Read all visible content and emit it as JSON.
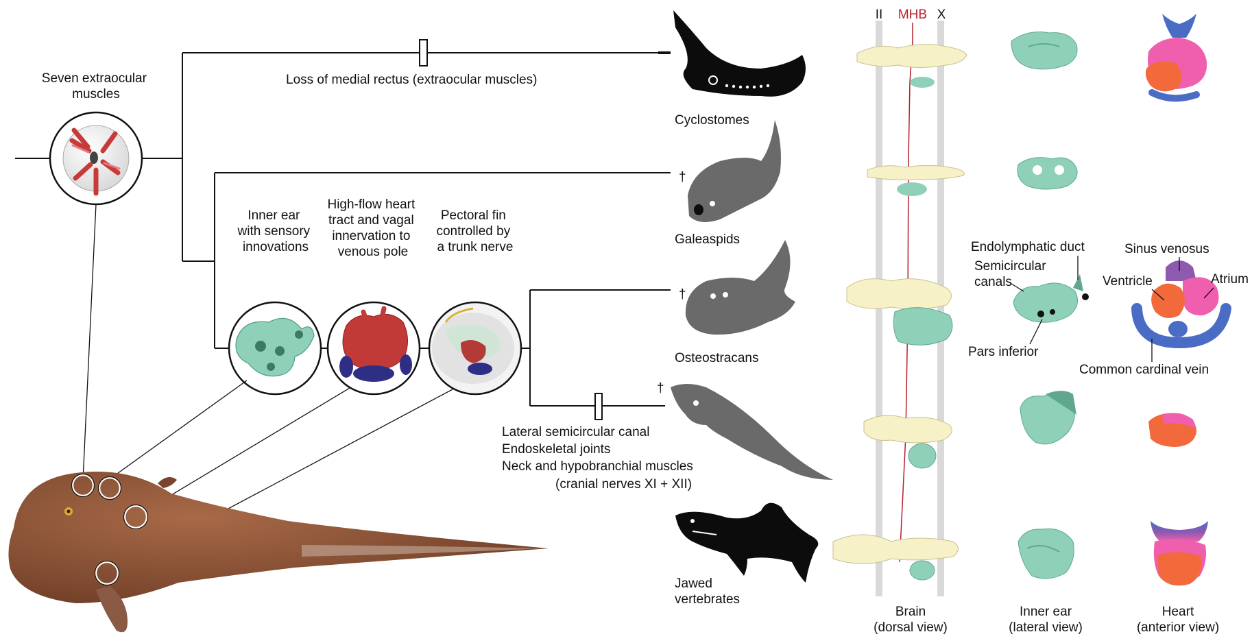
{
  "colors": {
    "ear": "#8fd1b8",
    "ear_dark": "#5fa88f",
    "brain": "#f7f1c8",
    "heart_blue": "#4a6cc4",
    "heart_pink": "#ef5fae",
    "heart_orange": "#f26a3c",
    "heart_purple": "#8d5ab0",
    "mhb_red": "#b4202a",
    "fish_brown": "#8b5436",
    "silhouette_black": "#0c0c0c",
    "silhouette_grey": "#6a6a6a",
    "column_grey": "#d9d9d9"
  },
  "tree": {
    "root_label": "Seven extraocular\nmuscles",
    "loss_label": "Loss of medial rectus (extraocular muscles)",
    "node_labels": [
      "Inner ear\nwith sensory\ninnovations",
      "High-flow heart\ntract and vagal\ninnervation to\nvenous pole",
      "Pectoral fin\ncontrolled by\na trunk nerve"
    ],
    "jawed_traits": [
      "Lateral semicircular canal",
      "Endoskeletal joints",
      "Neck and hypobranchial muscles",
      "(cranial nerves XI + XII)"
    ],
    "extinct_mark": "†"
  },
  "taxa": [
    {
      "name": "Cyclostomes",
      "extinct": false
    },
    {
      "name": "Galeaspids",
      "extinct": true
    },
    {
      "name": "Osteostracans",
      "extinct": true
    },
    {
      "name": "",
      "extinct": true
    },
    {
      "name": "Jawed\nvertebrates",
      "extinct": false
    }
  ],
  "brain_axis": {
    "left": "II",
    "center": "MHB",
    "right": "X"
  },
  "annotations": {
    "endolymphatic_duct": "Endolymphatic duct",
    "semicircular_canals": "Semicircular\ncanals",
    "pars_inferior": "Pars inferior",
    "sinus_venosus": "Sinus venosus",
    "ventricle": "Ventricle",
    "atrium": "Atrium",
    "common_cardinal_vein": "Common cardinal vein"
  },
  "columns": [
    {
      "title": "Brain",
      "subtitle": "(dorsal view)"
    },
    {
      "title": "Inner ear",
      "subtitle": "(lateral view)"
    },
    {
      "title": "Heart",
      "subtitle": "(anterior view)"
    }
  ]
}
